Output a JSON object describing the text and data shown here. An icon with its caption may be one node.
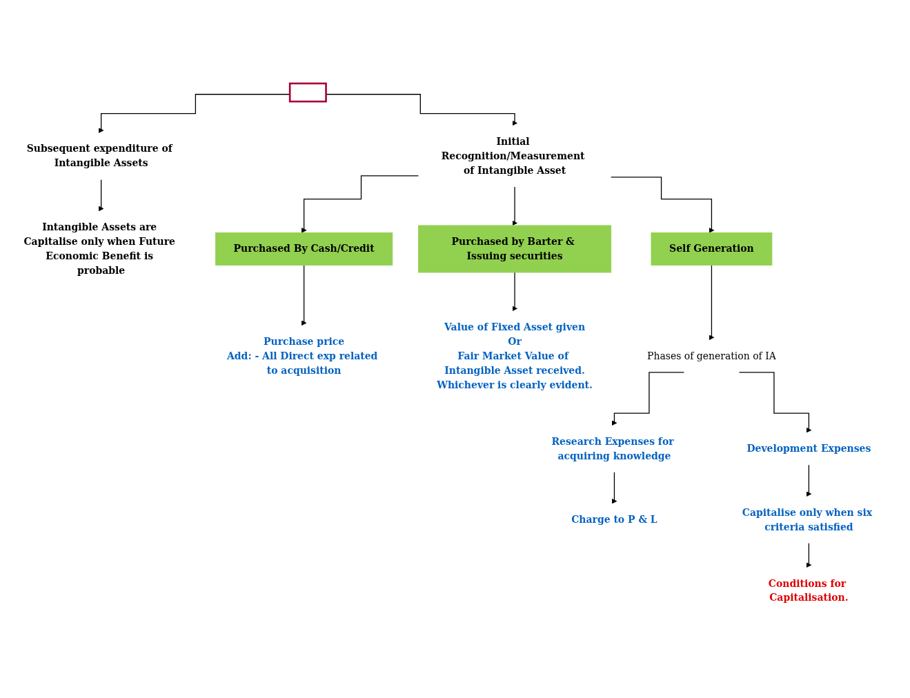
{
  "diagram": {
    "nodes": [
      {
        "text": [],
        "shape": "box"
      },
      {
        "text": [
          "Initial Recognition/Measurement of Intangible Asset"
        ]
      },
      {
        "text": [
          "Subsequent expenditure of Intangible Assets"
        ]
      },
      {
        "text": [
          "Intangible Assets are Capitalise only when Future Economic Benefit is probable"
        ]
      },
      {
        "text": [
          "Purchased By Cash/Credit"
        ]
      },
      {
        "text": [
          "Purchased by Barter & Issuing securities"
        ]
      },
      {
        "text": [
          "Self Generation"
        ]
      },
      {
        "text": [
          "Purchase price",
          "Add: - All Direct exp related to acquisition"
        ]
      },
      {
        "text": [
          "Value of Fixed Asset given",
          "Or",
          "Fair Market Value of Intangible Asset received.",
          "Whichever is clearly evident."
        ]
      },
      {
        "text": [
          "Phases of generation of IA"
        ]
      },
      {
        "text": [
          "Research Expenses for acquiring knowledge"
        ]
      },
      {
        "text": [
          "Development Expenses"
        ]
      },
      {
        "text": [
          "Charge to P & L"
        ]
      },
      {
        "text": [
          "Capitalise only when six criteria satisfied"
        ]
      },
      {
        "text": [
          "Conditions for Capitalisation."
        ]
      }
    ],
    "edges": [
      {
        "from": 0,
        "to": 1,
        "arrow": "to"
      },
      {
        "from": 0,
        "to": 2,
        "arrow": "to"
      },
      {
        "from": 2,
        "to": 3,
        "arrow": "to"
      },
      {
        "from": 1,
        "to": 4,
        "arrow": "to"
      },
      {
        "from": 1,
        "to": 5,
        "arrow": "to"
      },
      {
        "from": 1,
        "to": 6,
        "arrow": "to"
      },
      {
        "from": 4,
        "to": 7,
        "arrow": "to"
      },
      {
        "from": 5,
        "to": 8,
        "arrow": "to"
      },
      {
        "from": 6,
        "to": 9,
        "arrow": "to"
      },
      {
        "from": 9,
        "to": 10,
        "arrow": "to"
      },
      {
        "from": 9,
        "to": 11,
        "arrow": "to"
      },
      {
        "from": 10,
        "to": 12,
        "arrow": "to"
      },
      {
        "from": 11,
        "to": 13,
        "arrow": "to"
      },
      {
        "from": 13,
        "to": 14,
        "arrow": "to"
      }
    ]
  }
}
